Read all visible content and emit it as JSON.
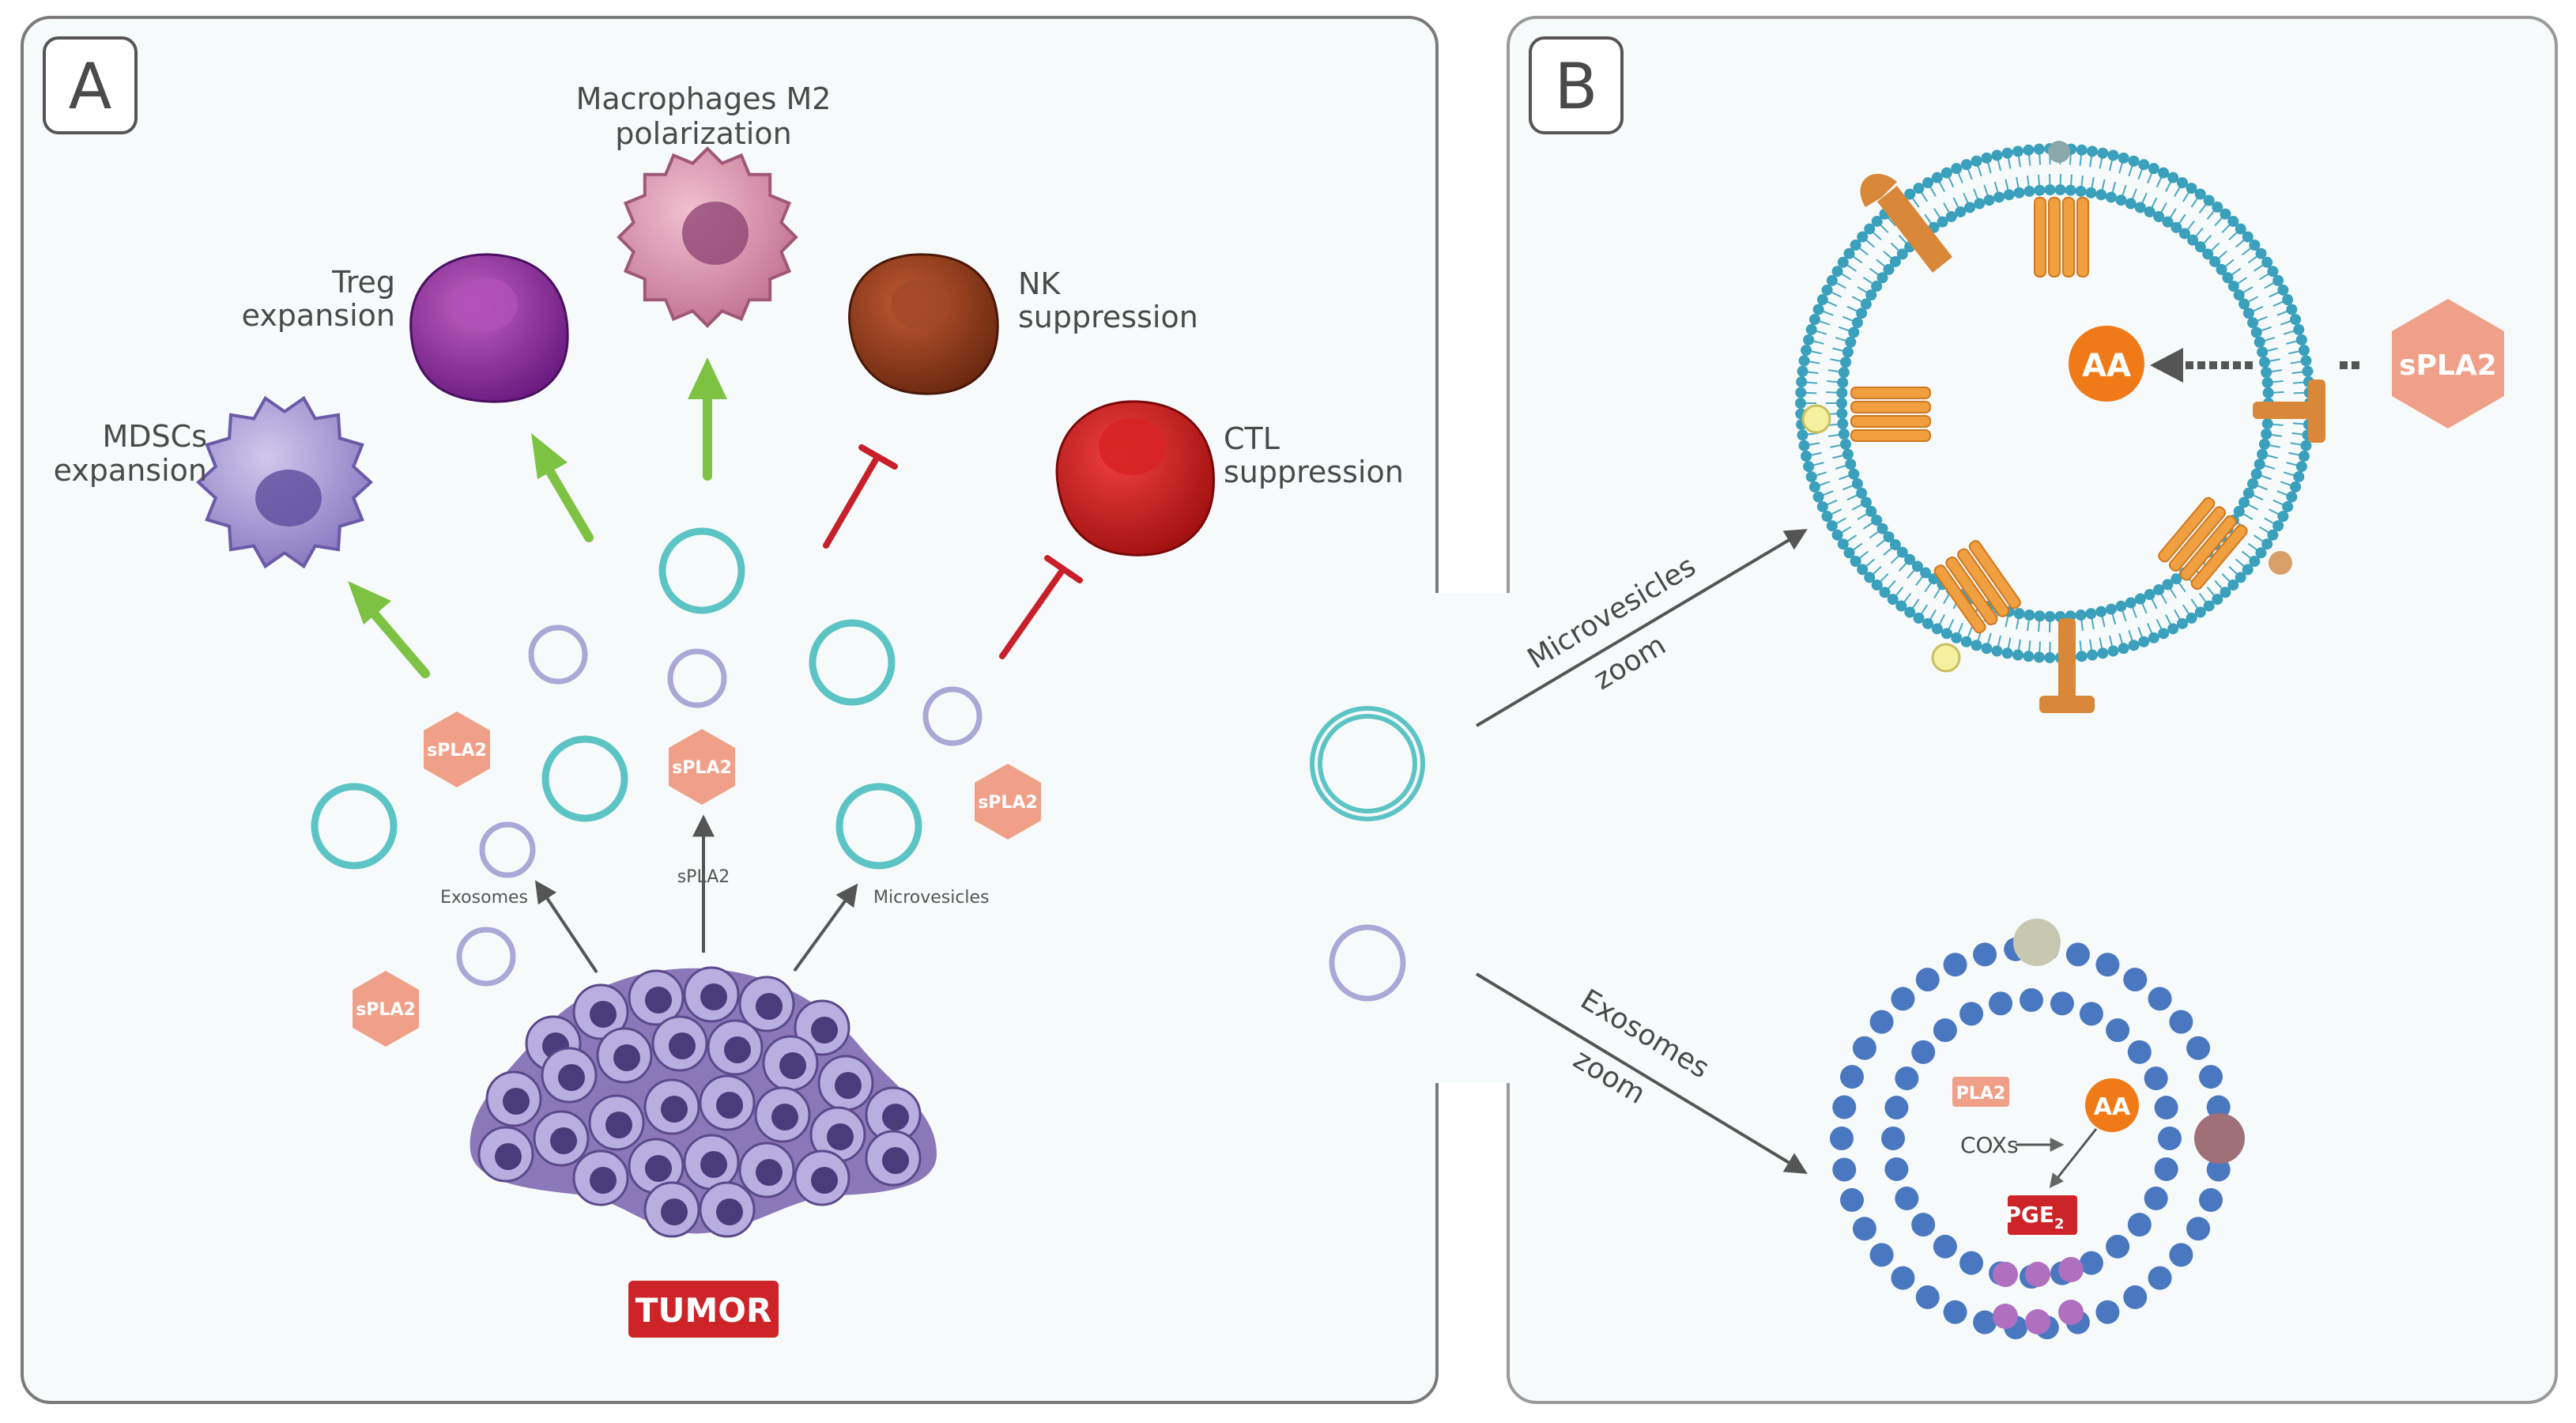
{
  "panels": {
    "a": {
      "letter": "A"
    },
    "b": {
      "letter": "B"
    }
  },
  "panel_a": {
    "cells": {
      "mdsc": [
        "MDSCs",
        "expansion"
      ],
      "treg": [
        "Treg",
        "expansion"
      ],
      "macrophage": [
        "Macrophages M2",
        "polarization"
      ],
      "nk": [
        "NK",
        "suppression"
      ],
      "ctl": [
        "CTL",
        "suppression"
      ]
    },
    "spla2_label": "sPLA2",
    "release_labels": {
      "exosomes": "Exosomes",
      "spla2": "sPLA2",
      "microvesicles": "Microvesicles"
    },
    "tumor_label": "TUMOR"
  },
  "zoom_arrows": {
    "microvesicles": [
      "Microvesicles",
      "zoom"
    ],
    "exosomes": [
      "Exosomes",
      "zoom"
    ]
  },
  "panel_b": {
    "microvesicle": {
      "aa": "AA",
      "spla2": "sPLA2"
    },
    "exosome": {
      "pla2": "PLA2",
      "coxs": "COXs",
      "aa": "AA",
      "pge2_base": "PGE",
      "pge2_sub": "2"
    }
  },
  "colors": {
    "activate_arrow": "#7dc242",
    "inhibit_arrow": "#c8202a",
    "vesicle": "#5cc4c4",
    "exosome_small": "#a9a8d6",
    "spla2_hex": "#f0a088",
    "aa_circle": "#f07a18",
    "tumor_cell": "#9080c0",
    "label_red": "#cc2428",
    "lipid": "#4aa8c0",
    "receptor": "#f0a040",
    "exosome_lipid": "#4a78c0",
    "exosome_purple": "#b070c0"
  }
}
